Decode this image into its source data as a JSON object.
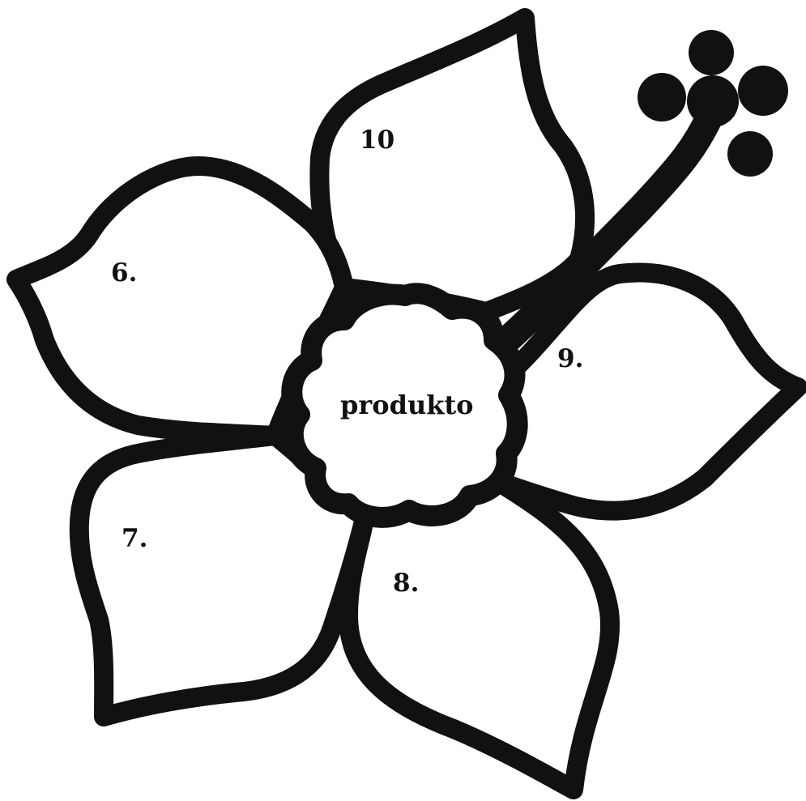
{
  "diagram": {
    "center_label": "produkto",
    "petal_labels": {
      "top": "10",
      "left": "6.",
      "right": "9.",
      "bottom_left": "7.",
      "bottom": "8."
    },
    "colors": {
      "outline": "#111111",
      "petal_fill": "#ffffff",
      "background": "#ffffff"
    }
  }
}
